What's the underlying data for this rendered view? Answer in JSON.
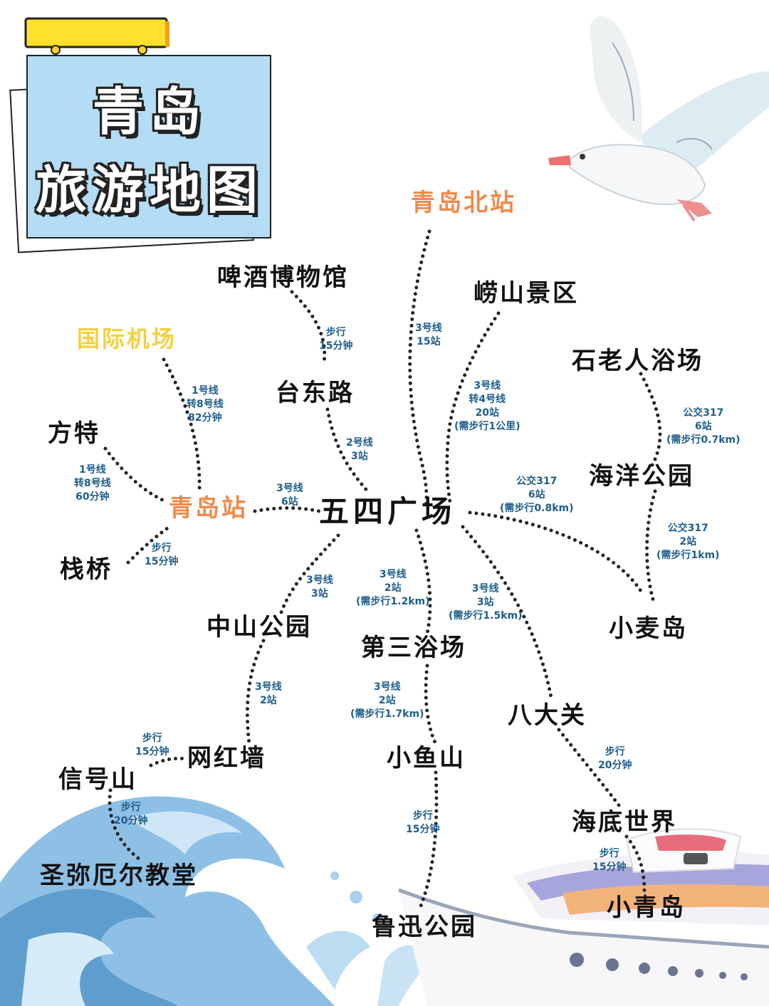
{
  "title": {
    "line1": "青岛",
    "line2": "旅游地图"
  },
  "places": [
    {
      "id": "wusi",
      "name": "五四广场",
      "style": "hub"
    },
    {
      "id": "beizhan",
      "name": "青岛北站",
      "style": "orange"
    },
    {
      "id": "qingdaozhan",
      "name": "青岛站",
      "style": "orange"
    },
    {
      "id": "jichang",
      "name": "国际机场",
      "style": "yellow"
    },
    {
      "id": "pijiu",
      "name": "啤酒博物馆",
      "style": "place"
    },
    {
      "id": "laoshan",
      "name": "崂山景区",
      "style": "place"
    },
    {
      "id": "shilaoren",
      "name": "石老人浴场",
      "style": "place"
    },
    {
      "id": "taidong",
      "name": "台东路",
      "style": "place"
    },
    {
      "id": "fangte",
      "name": "方特",
      "style": "place"
    },
    {
      "id": "haiyang",
      "name": "海洋公园",
      "style": "place"
    },
    {
      "id": "zhanqiao",
      "name": "栈桥",
      "style": "place"
    },
    {
      "id": "zhongshan",
      "name": "中山公园",
      "style": "place"
    },
    {
      "id": "disan",
      "name": "第三浴场",
      "style": "place"
    },
    {
      "id": "xiaomai",
      "name": "小麦岛",
      "style": "place"
    },
    {
      "id": "badaguan",
      "name": "八大关",
      "style": "place"
    },
    {
      "id": "wanghong",
      "name": "网红墙",
      "style": "place"
    },
    {
      "id": "xiaoyu",
      "name": "小鱼山",
      "style": "place"
    },
    {
      "id": "xinhao",
      "name": "信号山",
      "style": "place"
    },
    {
      "id": "haidi",
      "name": "海底世界",
      "style": "place"
    },
    {
      "id": "shengmi",
      "name": "圣弥厄尔教堂",
      "style": "place"
    },
    {
      "id": "xiaoqing",
      "name": "小青岛",
      "style": "place"
    },
    {
      "id": "luxun",
      "name": "鲁迅公园",
      "style": "place"
    }
  ],
  "routes": [
    {
      "id": "r-jichang",
      "lines": [
        "1号线",
        "转8号线",
        "82分钟"
      ]
    },
    {
      "id": "r-pijiu",
      "lines": [
        "步行",
        "15分钟"
      ]
    },
    {
      "id": "r-beizhan",
      "lines": [
        "3号线",
        "15站"
      ]
    },
    {
      "id": "r-laoshan",
      "lines": [
        "3号线",
        "转4号线",
        "20站",
        "(需步行1公里)"
      ]
    },
    {
      "id": "r-shilaoren",
      "lines": [
        "公交317",
        "6站",
        "(需步行0.7km)"
      ]
    },
    {
      "id": "r-taidong",
      "lines": [
        "2号线",
        "3站"
      ]
    },
    {
      "id": "r-fangte",
      "lines": [
        "1号线",
        "转8号线",
        "60分钟"
      ]
    },
    {
      "id": "r-qdz",
      "lines": [
        "3号线",
        "6站"
      ]
    },
    {
      "id": "r-haiyang",
      "lines": [
        "公交317",
        "6站",
        "(需步行0.8km)"
      ]
    },
    {
      "id": "r-xiaomai",
      "lines": [
        "公交317",
        "2站",
        "(需步行1km)"
      ]
    },
    {
      "id": "r-zhanqiao",
      "lines": [
        "步行",
        "15分钟"
      ]
    },
    {
      "id": "r-zhongshan",
      "lines": [
        "3号线",
        "3站"
      ]
    },
    {
      "id": "r-disan",
      "lines": [
        "3号线",
        "2站",
        "(需步行1.2km)"
      ]
    },
    {
      "id": "r-badaguan",
      "lines": [
        "3号线",
        "3站",
        "(需步行1.5km)"
      ]
    },
    {
      "id": "r-wanghong",
      "lines": [
        "3号线",
        "2站"
      ]
    },
    {
      "id": "r-xiaoyu",
      "lines": [
        "3号线",
        "2站",
        "(需步行1.7km)"
      ]
    },
    {
      "id": "r-xinhao",
      "lines": [
        "步行",
        "15分钟"
      ]
    },
    {
      "id": "r-haidi",
      "lines": [
        "步行",
        "20分钟"
      ]
    },
    {
      "id": "r-shengmi",
      "lines": [
        "步行",
        "20分钟"
      ]
    },
    {
      "id": "r-luxun",
      "lines": [
        "步行",
        "15分钟"
      ]
    },
    {
      "id": "r-xiaoqing",
      "lines": [
        "步行",
        "15分钟"
      ]
    }
  ],
  "colors": {
    "orange": "#f08a4b",
    "yellow": "#f6cf3c",
    "route_text": "#1f5e8c",
    "sign": "#b5dcf5",
    "sign_bar": "#ffe02a",
    "wave": "#7fb3dd"
  }
}
